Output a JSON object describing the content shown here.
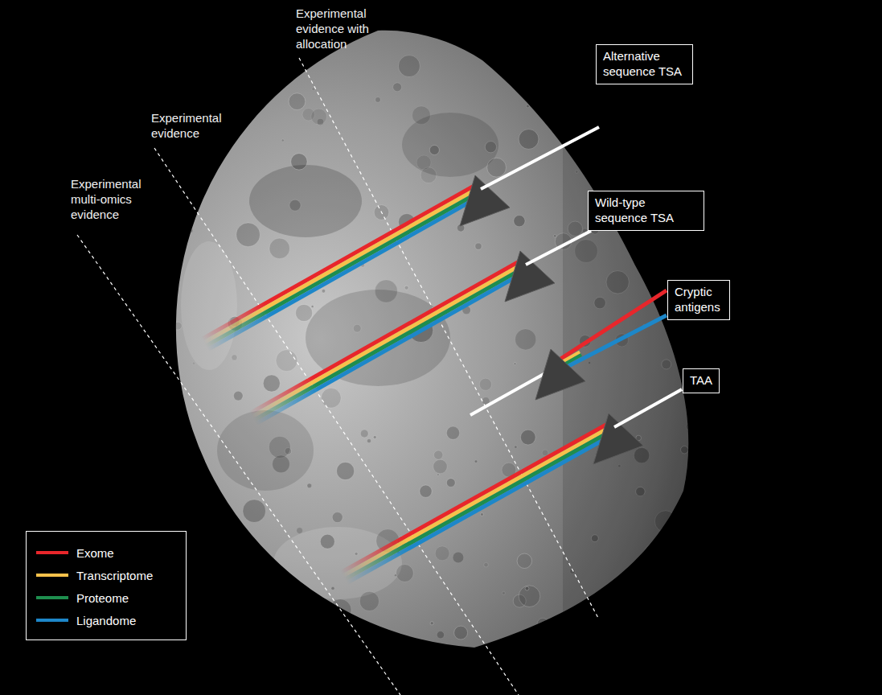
{
  "diagram": {
    "nodes": [
      {
        "text": [
          "Alternative sequence TSA"
        ]
      },
      {
        "text": [
          "Wild-type sequence TSA"
        ]
      },
      {
        "text": [
          "Cryptic antigens"
        ]
      },
      {
        "text": [
          "TAA"
        ]
      }
    ],
    "labels": [
      "Experimental evidence with allocation",
      "Experimental evidence",
      "Experimental multi-omics evidence"
    ],
    "legend": [
      {
        "text": "Exome",
        "color": "#e8262b"
      },
      {
        "text": "Transcriptome",
        "color": "#f6c14b"
      },
      {
        "text": "Proteome",
        "color": "#1e8e4e"
      },
      {
        "text": "Ligandome",
        "color": "#1d87c9"
      }
    ]
  }
}
